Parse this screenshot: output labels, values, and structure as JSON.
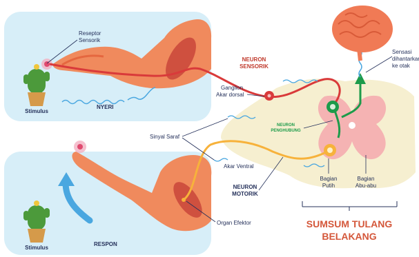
{
  "panels": {
    "top": {
      "stimulus_label": "Stimulus",
      "sensation_label": "NYERI"
    },
    "bottom": {
      "stimulus_label": "Stimulus",
      "response_label": "RESPON"
    }
  },
  "labels": {
    "receptor_line1": "Reseptor",
    "receptor_line2": "Sensorik",
    "neuron_sensory_line1": "NEURON",
    "neuron_sensory_line2": "SENSORIK",
    "ganglion_line1": "Ganglion",
    "ganglion_line2": "Akar dorsal",
    "nerve_signal": "Sinyal Saraf",
    "interneuron_line1": "NEURON",
    "interneuron_line2": "PENGHUBUNG",
    "ventral_root": "Akar Ventral",
    "neuron_motor_line1": "NEURON",
    "neuron_motor_line2": "MOTORIK",
    "effector": "Organ Efektor",
    "white_matter_line1": "Bagian",
    "white_matter_line2": "Putih",
    "gray_matter_line1": "Bagian",
    "gray_matter_line2": "Abu-abu",
    "brain_line1": "Sensasi",
    "brain_line2": "dihantarkan",
    "brain_line3": "ke otak",
    "title_line1": "SUMSUM TULANG",
    "title_line2": "BELAKANG"
  },
  "colors": {
    "panel_bg": "#d7eef8",
    "arm": "#f08a5d",
    "arm_dark": "#e5673f",
    "muscle": "#c9453a",
    "sensory_nerve": "#d93a3a",
    "motor_nerve": "#f7b23b",
    "interneuron": "#1d9b4a",
    "spinal_white": "#f6efd0",
    "spinal_gray": "#f5b3b3",
    "signal": "#4aa7e0",
    "brain": "#f07a55",
    "title": "#d4573a",
    "label_red": "#c0392b",
    "label_navy": "#24305a",
    "cactus": "#4c9a3b",
    "pot": "#d59a4a"
  }
}
